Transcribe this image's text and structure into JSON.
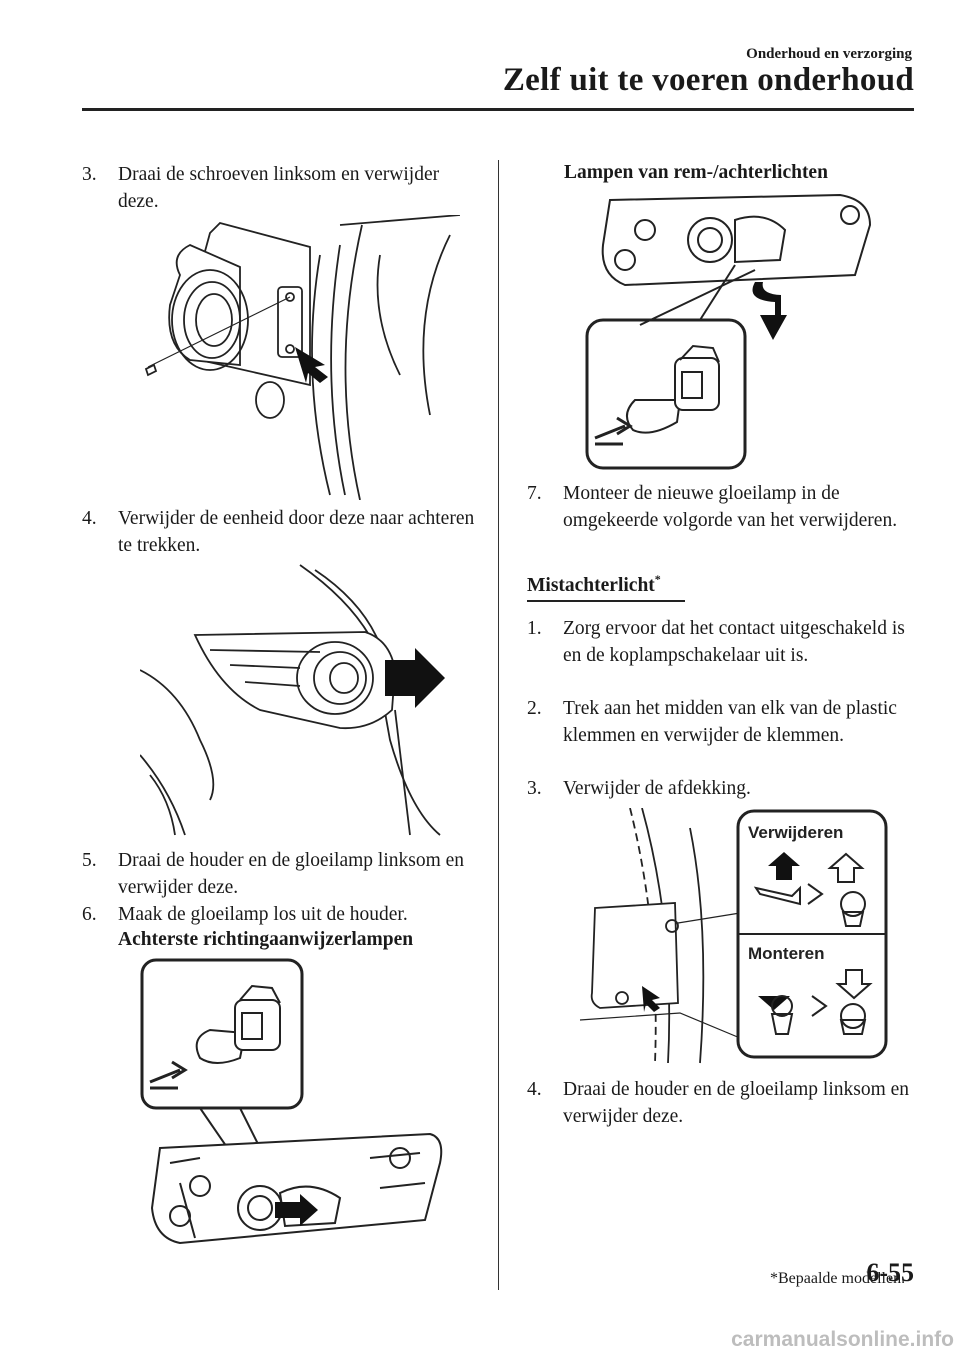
{
  "header": {
    "section": "Onderhoud en verzorging",
    "title": "Zelf uit te voeren onderhoud"
  },
  "left_steps": [
    {
      "num": "3.",
      "text": "Draai de schroeven linksom en verwijder deze."
    },
    {
      "num": "4.",
      "text": "Verwijder de eenheid door deze naar achteren te trekken."
    },
    {
      "num": "5.",
      "text": "Draai de houder en de gloeilamp linksom en verwijder deze."
    },
    {
      "num": "6.",
      "text": "Maak de gloeilamp los uit de houder."
    }
  ],
  "label_rear_turn": "Achterste richtingaanwijzerlampen",
  "label_brake": "Lampen van rem-/achterlichten",
  "right_step7": {
    "num": "7.",
    "text": "Monteer de nieuwe gloeilamp in de omgekeerde volgorde van het verwijderen."
  },
  "section_title": "Mistachterlicht",
  "section_marker": "*",
  "fog_steps": [
    {
      "num": "1.",
      "text": "Zorg ervoor dat het contact uitgeschakeld is en de koplampschakelaar uit is."
    },
    {
      "num": "2.",
      "text": "Trek aan het midden van elk van de plastic klemmen en verwijder de klemmen."
    },
    {
      "num": "3.",
      "text": "Verwijder de afdekking."
    },
    {
      "num": "4.",
      "text": "Draai de houder en de gloeilamp linksom en verwijder deze."
    }
  ],
  "clip_figure": {
    "remove_label": "Verwijderen",
    "install_label": "Monteren"
  },
  "footnote": "*Bepaalde modellen.",
  "page_number": "6-55",
  "watermark": "carmanualsonline.info"
}
